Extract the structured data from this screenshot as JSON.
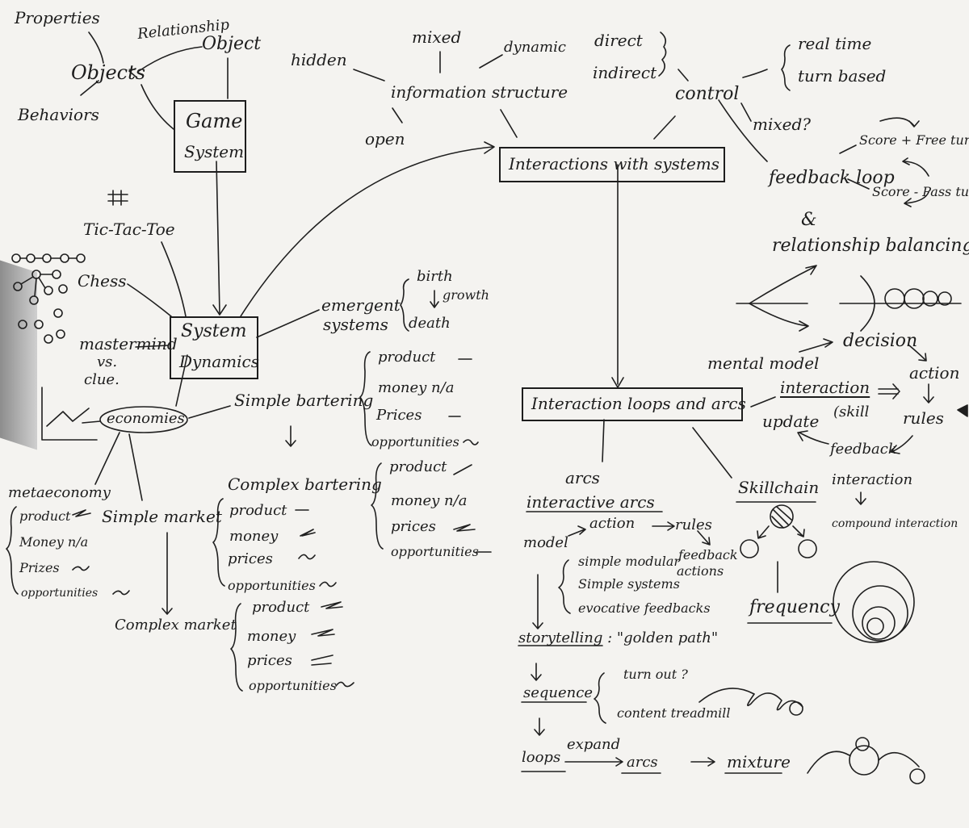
{
  "nodes": {
    "properties": "Properties",
    "relationship": "Relationship",
    "object_right": "Object",
    "object": "Objects",
    "behaviors": "Behaviors",
    "game_system_l1": "Game",
    "game_system_l2": "System",
    "hash": "#",
    "tic_tac_toe": "Tic-Tac-Toe",
    "chess": "Chess",
    "mastermind": "mastermind",
    "vs": "vs.",
    "clue": "clue.",
    "system_dynamics_l1": "System",
    "system_dynamics_l2": "Dynamics",
    "emergent_l1": "emergent",
    "emergent_l2": "systems",
    "birth": "birth",
    "growth": "growth",
    "death": "death",
    "economies": "economies",
    "simple_bartering": "Simple bartering",
    "sb_product": "product",
    "sb_money": "money n/a",
    "sb_prices": "Prices",
    "sb_opportunities": "opportunities",
    "complex_bartering": "Complex bartering",
    "cb_product": "product",
    "cb_money": "money n/a",
    "cb_prices": "prices",
    "cb_opportunities": "opportunities",
    "metaeconomy": "metaeconomy",
    "me_product": "product",
    "me_money": "Money n/a",
    "me_prices": "Prizes",
    "me_opportunities": "opportunities",
    "simple_market": "Simple market",
    "sm_product": "product",
    "sm_money": "money",
    "sm_prices": "prices",
    "sm_opportunities": "opportunities",
    "complex_market": "Complex market",
    "cm_product": "product",
    "cm_money": "money",
    "cm_prices": "prices",
    "cm_opportunities": "opportunities",
    "hidden": "hidden",
    "mixed": "mixed",
    "dynamic": "dynamic",
    "open": "open",
    "information_structure": "information structure",
    "direct": "direct",
    "indirect": "indirect",
    "control": "control",
    "real_time": "real time",
    "turn_based": "turn based",
    "mixed_q": "mixed?",
    "feedback_loop": "feedback loop",
    "score_free": "Score + Free turn",
    "score_pass": "Score - Pass turn",
    "interactions_with_systems": "Interactions with systems",
    "amp": "&",
    "relationship_balancing": "relationship balancing",
    "mental_model": "mental model",
    "decision": "decision",
    "action": "action",
    "interaction": "interaction",
    "skill": "(skill",
    "rules": "rules",
    "update": "update",
    "feedback": "feedback",
    "interaction_loops": "Interaction loops and arcs",
    "arcs": "arcs",
    "interactive_arcs": "interactive arcs",
    "model": "model",
    "ia_action": "action",
    "ia_rules": "rules",
    "ia_feedback": "feedback",
    "simple_modular": "simple modular",
    "actions": "actions",
    "simple_systems": "Simple systems",
    "evocative_feedbacks": "evocative feedbacks",
    "storytelling": "storytelling : \"golden path\"",
    "sequence": "sequence",
    "turn_out": "turn out ?",
    "content_treadmill": "content treadmill",
    "loops": "loops",
    "expand": "expand",
    "arcs_bottom": "arcs",
    "mixture": "mixture",
    "skillchain": "Skillchain",
    "sc_interaction": "interaction",
    "compound_interaction": "compound interaction",
    "frequency": "frequency"
  }
}
